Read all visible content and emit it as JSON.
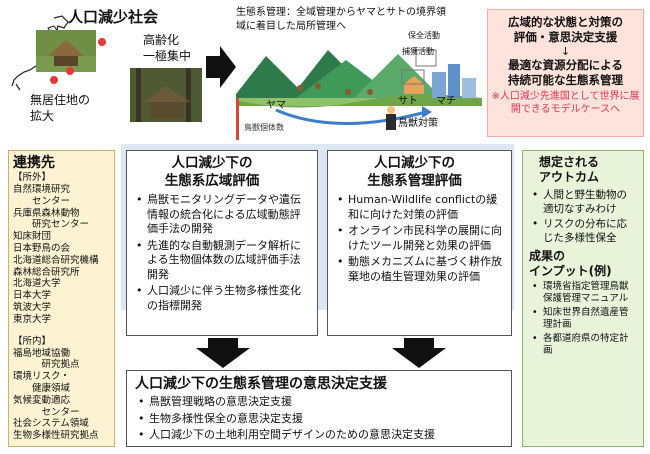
{
  "header": {
    "title": "人口減少社会",
    "aging_label": "高齢化\n一極集中",
    "depop_label": "無居住地の\n拡大",
    "eco_mgmt_desc": "生態系管理：全域管理からヤマとサトの境界領域に着目した局所管理へ",
    "scene_labels": {
      "conservation": "保全活動",
      "pest_capture": "捕獲活動",
      "yama": "ヤマ",
      "sato": "サト",
      "machi": "マチ",
      "wildlife_pop": "鳥獣個体数",
      "wildlife_measures": "鳥獣対策"
    }
  },
  "top_right": {
    "line1": "広域的な状態と対策の\n評価・意思決定支援",
    "arrow": "↓",
    "line2": "最適な資源分配による\n持続可能な生態系管理",
    "note": "※人口減少先進国として世界に展開できるモデルケースへ"
  },
  "partners": {
    "title": "連携先",
    "external_label": "【所外】",
    "external": [
      "自然環境研究",
      "　　センター",
      "兵庫県森林動物",
      "　　研究センター",
      "知床財団",
      "日本野鳥の会",
      "北海道総合研究機構",
      "森林総合研究所",
      "北海道大学",
      "日本大学",
      "筑波大学",
      "東京大学"
    ],
    "internal_label": "【所内】",
    "internal": [
      "福島地域協働",
      "　　　研究拠点",
      "環境リスク・",
      "　　健康領域",
      "気候変動適応",
      "　　　センター",
      "社会システム領域",
      "生物多様性研究拠点"
    ]
  },
  "box_left": {
    "title": "人口減少下の\n生態系広域評価",
    "items": [
      "鳥獣モニタリングデータや遺伝情報の統合化による広域動態評価手法の開発",
      "先進的な自動観測データ解析による生物個体数の広域評価手法開発",
      "人口減少に伴う生物多様性変化の指標開発"
    ]
  },
  "box_right": {
    "title": "人口減少下の\n生態系管理評価",
    "items": [
      "Human-Wildlife conflictの緩和に向けた対策の評価",
      "オンライン市民科学の展開に向けたツール開発と効果の評価",
      "動態メカニズムに基づく耕作放棄地の植生管理効果の評価"
    ]
  },
  "box_bottom": {
    "title": "人口減少下の生態系管理の意思決定支援",
    "items": [
      "鳥獣管理戦略の意思決定支援",
      "生物多様性保全の意思決定支援",
      "人口減少下の土地利用空間デザインのための意思決定支援"
    ]
  },
  "outcome": {
    "title": "想定される\nアウトカム",
    "items": [
      "人間と野生動物の適切なすみわけ",
      "リスクの分布に応じた多様性保全"
    ],
    "input_title": "成果の\nインプット(例)",
    "inputs": [
      "環境省指定管理鳥獣保護管理マニュアル",
      "知床世界自然遺産管理計画",
      "各都道府県の特定計画"
    ]
  },
  "colors": {
    "partners_bg": "#fdf2d2",
    "outcome_bg": "#e8f3da",
    "topright_bg": "#fde3db",
    "band_bg": "#dce7f2",
    "note_red": "#e0355b"
  }
}
